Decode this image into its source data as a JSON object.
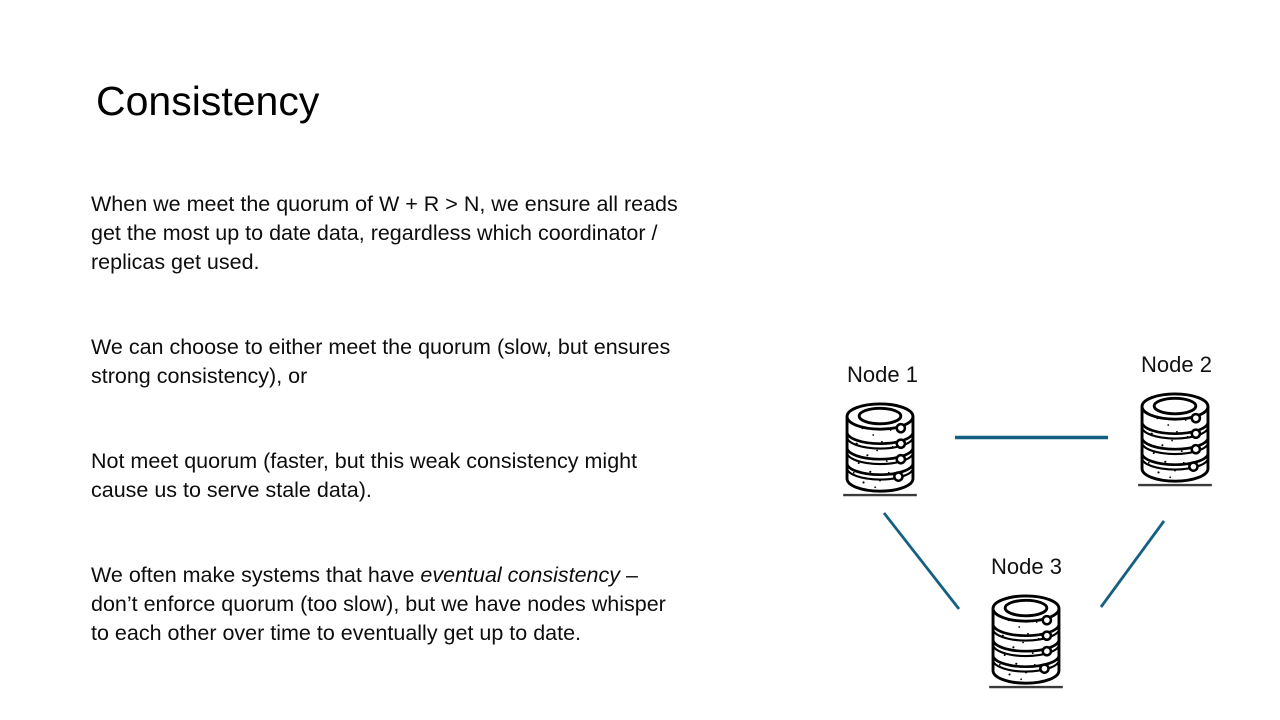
{
  "slide": {
    "title": "Consistency",
    "paragraphs": {
      "p1": "When we meet the quorum of W + R > N, we ensure all reads\nget the most up to date data, regardless which coordinator /\nreplicas get used.",
      "p2": "We can choose to either meet the quorum (slow, but ensures\nstrong consistency), or",
      "p3": "Not meet quorum (faster, but this weak consistency might\ncause us to serve stale data).",
      "p4_before": "We often make systems that have ",
      "p4_italic": "eventual consistency",
      "p4_after": " –\ndon’t enforce quorum (too slow), but we have nodes whisper\nto each other over time to eventually get up to date."
    }
  },
  "diagram": {
    "nodes": [
      {
        "label": "Node 1"
      },
      {
        "label": "Node 2"
      },
      {
        "label": "Node 3"
      }
    ],
    "icon": "database-icon",
    "connector_color": "#156082"
  }
}
